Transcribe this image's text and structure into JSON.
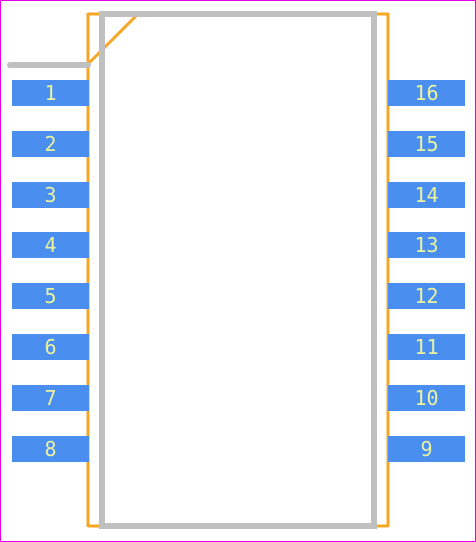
{
  "colors": {
    "pad": "#4a8ff0",
    "pad_text": "#eaf2a0",
    "silkscreen": "#f5a623",
    "courtyard": "#c0c0c0",
    "board_frame": "#e600e6"
  },
  "pads": {
    "left": [
      "1",
      "2",
      "3",
      "4",
      "5",
      "6",
      "7",
      "8"
    ],
    "right": [
      "16",
      "15",
      "14",
      "13",
      "12",
      "11",
      "10",
      "9"
    ]
  }
}
